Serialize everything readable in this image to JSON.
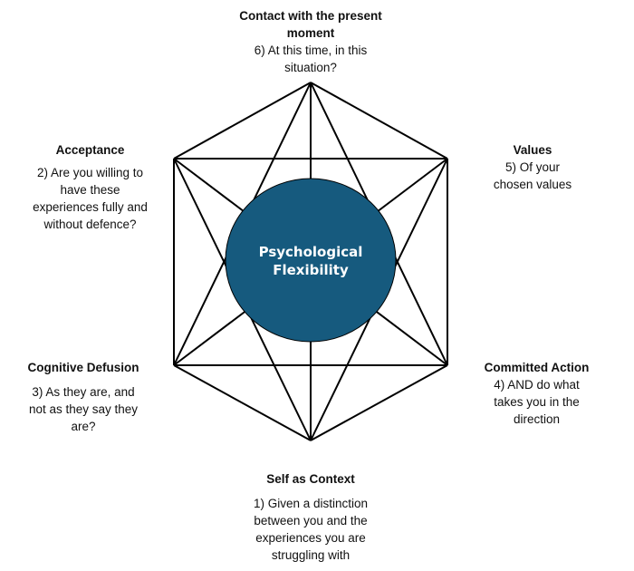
{
  "colors": {
    "center_fill": "#165a7e",
    "line": "#000000",
    "background": "#ffffff"
  },
  "center": {
    "label": "Psychological Flexibility"
  },
  "nodes": {
    "contact": {
      "title": "Contact with the present moment",
      "desc": "6) At this time, in this situation?"
    },
    "acceptance": {
      "title": "Acceptance",
      "desc": "2) Are you willing to have these experiences fully and without defence?"
    },
    "values": {
      "title": "Values",
      "desc": "5) Of your chosen values"
    },
    "defusion": {
      "title": "Cognitive Defusion",
      "desc": "3) As they are, and not as they say they are?"
    },
    "committed": {
      "title": "Committed Action",
      "desc": "4) AND do what takes you in the direction"
    },
    "self": {
      "title": "Self as Context",
      "desc": "1) Given a distinction between you and the experiences you are struggling with"
    }
  }
}
